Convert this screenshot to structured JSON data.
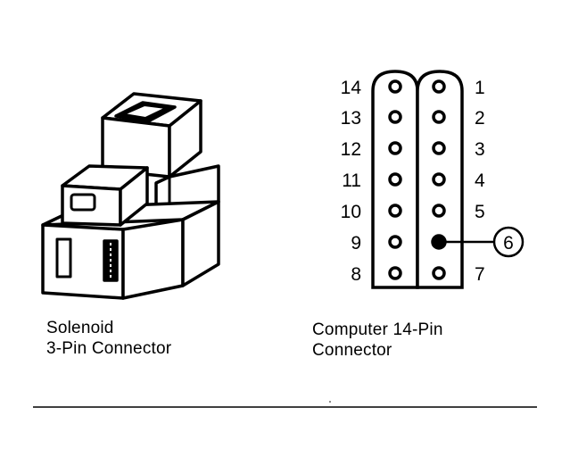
{
  "left_connector": {
    "caption_line1": "Solenoid",
    "caption_line2": "3-Pin Connector"
  },
  "right_connector": {
    "caption_line1": "Computer 14-Pin",
    "caption_line2": "Connector",
    "left_column_numbers": [
      "14",
      "13",
      "12",
      "11",
      "10",
      "9",
      "8"
    ],
    "right_column_numbers": [
      "1",
      "2",
      "3",
      "4",
      "5",
      "",
      "7"
    ],
    "callout_number": "6"
  }
}
